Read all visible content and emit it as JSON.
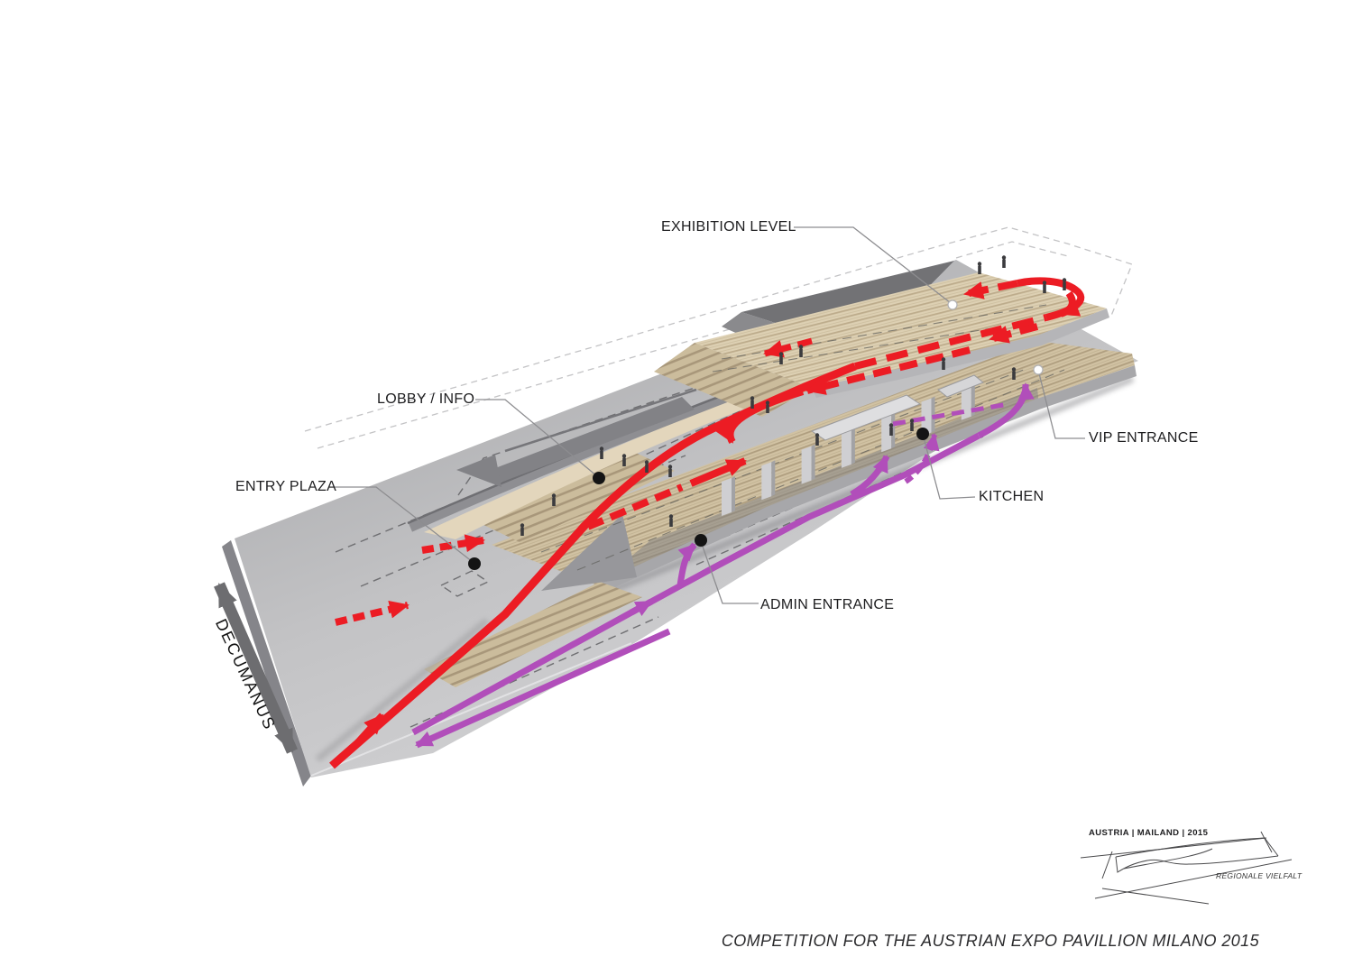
{
  "diagram": {
    "callouts": {
      "exhibition": "EXHIBITION LEVEL",
      "lobby": "LOBBY / INFO",
      "entry": "ENTRY PLAZA",
      "vip": "VIP ENTRANCE",
      "kitchen": "KITCHEN",
      "admin": "ADMIN ENTRANCE"
    },
    "axis_label": "DECUMANUS",
    "logo": {
      "title": "AUSTRIA | MAILAND | 2015",
      "tagline": "REGIONALE VIELFALT"
    },
    "caption": "COMPETITION FOR THE AUSTRIAN EXPO PAVILLION MILANO 2015",
    "colors": {
      "visitor_path": "#ec1c24",
      "service_path": "#b14eba",
      "ground": "#c0c0c3",
      "wood": "#d2c2a2",
      "structure": "#8e8e91",
      "ink": "#1d1d1f"
    }
  }
}
